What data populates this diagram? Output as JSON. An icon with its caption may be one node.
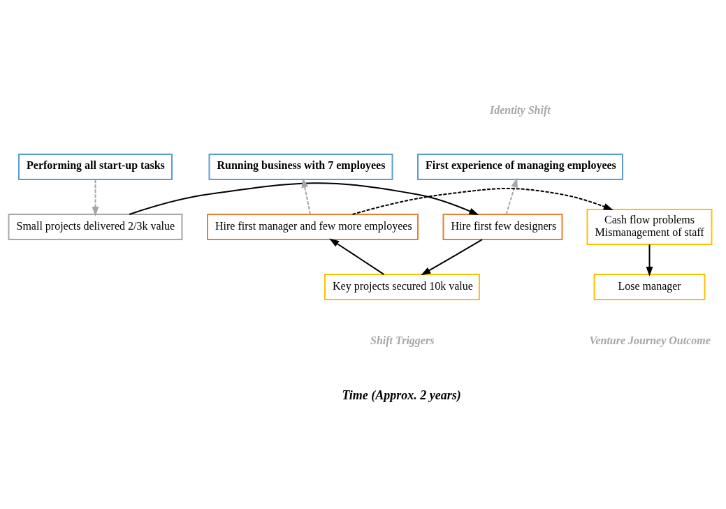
{
  "diagram": {
    "nodes": [
      {
        "text": [
          "Performing all start-up tasks"
        ]
      },
      {
        "text": [
          "First experience of managing employees"
        ]
      },
      {
        "text": [
          "Running business with 7 employees"
        ]
      },
      {
        "text": [
          "Small projects delivered 2/3k value"
        ]
      },
      {
        "text": [
          "Hire first few designers"
        ]
      },
      {
        "text": [
          "Key projects secured 10k value"
        ]
      },
      {
        "text": [
          "Hire first manager and few more employees"
        ]
      },
      {
        "text": [
          "Cash flow problems",
          "Mismanagement of staff"
        ]
      },
      {
        "text": [
          "Lose manager"
        ]
      }
    ],
    "edges": [
      {
        "from": 0,
        "to": 3,
        "arrow": "to",
        "style": "dashed",
        "color": "#a6a6a6"
      },
      {
        "from": 4,
        "to": 1,
        "arrow": "to",
        "style": "dashed",
        "color": "#a6a6a6"
      },
      {
        "from": 6,
        "to": 2,
        "arrow": "to",
        "style": "dashed",
        "color": "#a6a6a6"
      },
      {
        "from": 3,
        "to": 4,
        "arrow": "to"
      },
      {
        "from": 4,
        "to": 5,
        "arrow": "to"
      },
      {
        "from": 5,
        "to": 6,
        "arrow": "to"
      },
      {
        "from": 6,
        "to": 7,
        "arrow": "to",
        "style": "dashed"
      },
      {
        "from": 7,
        "to": 8,
        "arrow": "to"
      }
    ],
    "labels": [
      "Identity Shift",
      "Shift Triggers",
      "Venture Journey Outcome",
      "Time (Approx. 2 years)"
    ]
  }
}
